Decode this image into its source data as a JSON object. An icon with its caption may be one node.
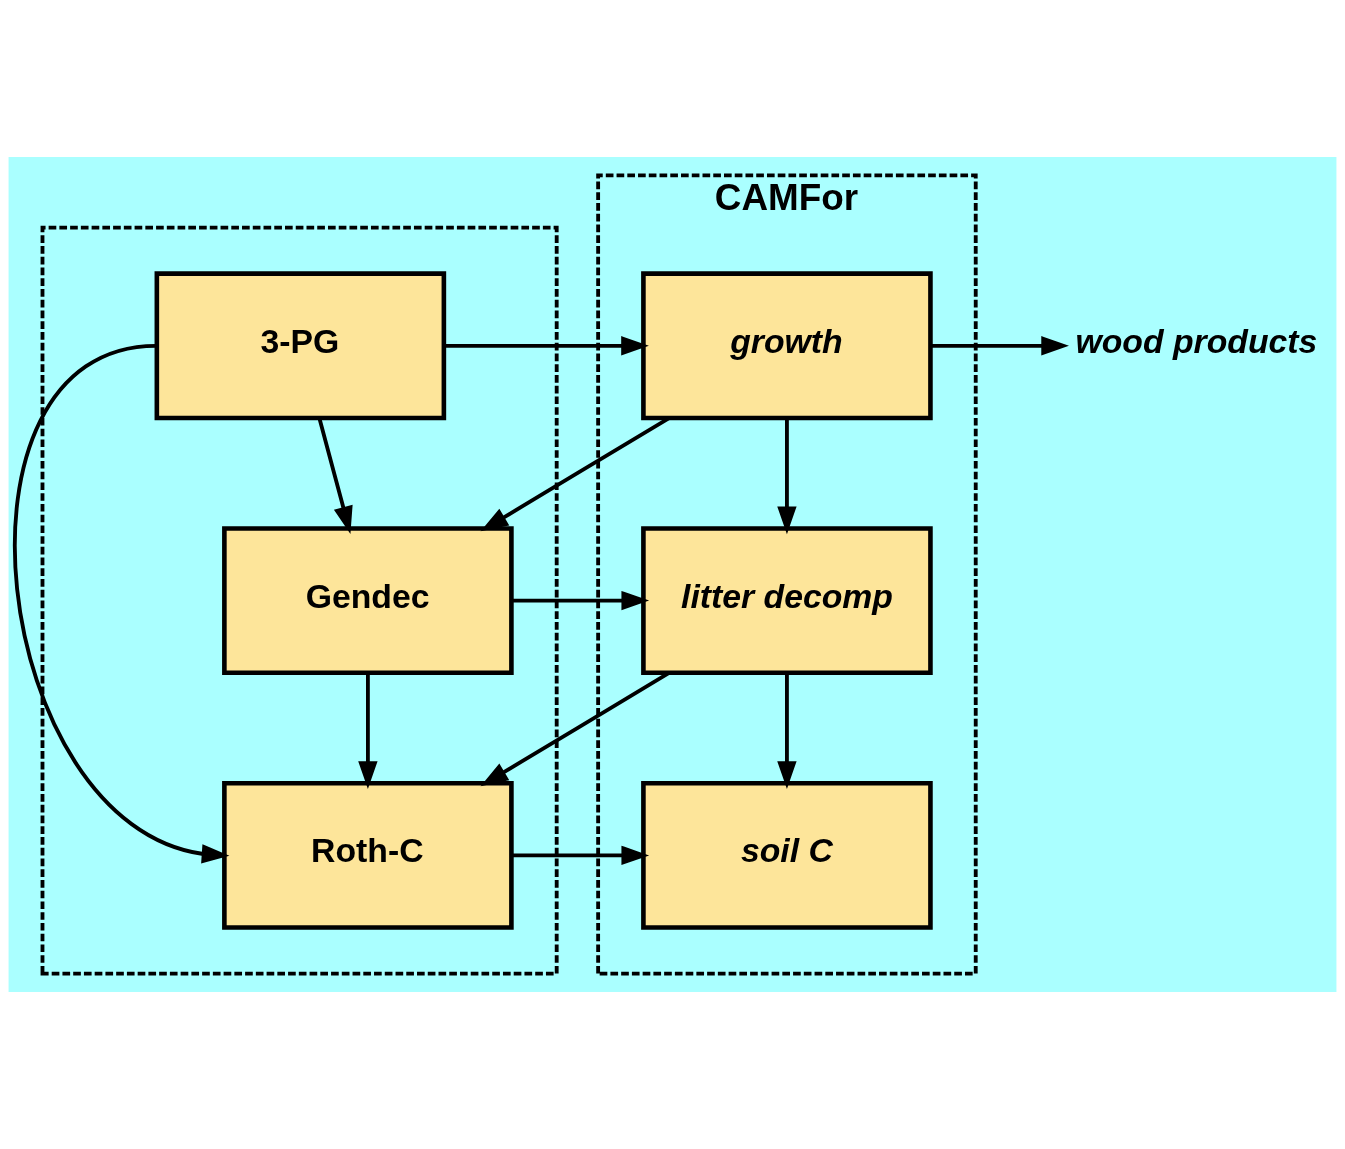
{
  "diagram": {
    "nodes": [
      {
        "text": [],
        "shape": "box"
      },
      {
        "text": [
          "3-PG"
        ],
        "in": 0
      },
      {
        "text": [
          "Gendec"
        ],
        "in": 0
      },
      {
        "text": [
          "Roth-C"
        ],
        "in": 0
      },
      {
        "text": [
          "CAMFor"
        ]
      },
      {
        "text": [
          "growth"
        ],
        "in": 4
      },
      {
        "text": [
          "litter decomp"
        ],
        "in": 4
      },
      {
        "text": [
          "soil C"
        ],
        "in": 4
      },
      {
        "text": [
          "wood products"
        ]
      }
    ],
    "edges": [
      {
        "from": 1,
        "to": 5,
        "arrow": "to"
      },
      {
        "from": 1,
        "to": 2,
        "arrow": "to"
      },
      {
        "from": 1,
        "to": 3,
        "arrow": "to"
      },
      {
        "from": 5,
        "to": 8,
        "arrow": "to"
      },
      {
        "from": 5,
        "to": 2,
        "arrow": "to"
      },
      {
        "from": 5,
        "to": 6,
        "arrow": "to"
      },
      {
        "from": 2,
        "to": 6,
        "arrow": "to"
      },
      {
        "from": 2,
        "to": 3,
        "arrow": "to"
      },
      {
        "from": 6,
        "to": 3,
        "arrow": "to"
      },
      {
        "from": 6,
        "to": 7,
        "arrow": "to"
      },
      {
        "from": 3,
        "to": 7,
        "arrow": "to"
      }
    ]
  }
}
